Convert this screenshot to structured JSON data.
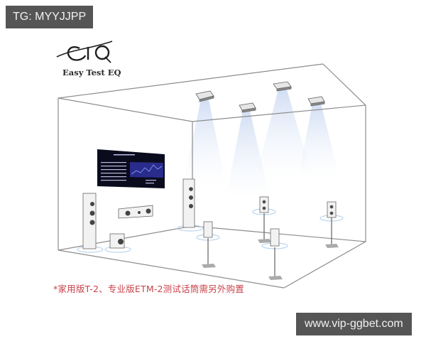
{
  "watermarks": {
    "top_left": "TG: MYYJJPP",
    "bottom_right": "www.vip-ggbet.com"
  },
  "brand": {
    "logo_glyph": "EQ",
    "name": "Easy Test EQ"
  },
  "footnote": "*家用版T-2、专业版ETM-2测试话筒需另外购置",
  "colors": {
    "watermark_bg": "#555555",
    "watermark_text": "#f2f2f2",
    "footnote": "#c8424a",
    "room_lines": "#8c8c8c",
    "light_beam": "#dfe8f7",
    "screen_bg": "#0b0b1e",
    "screen_graph": "#2a2c8c"
  },
  "illustration": {
    "ceiling_speakers": 4,
    "floor_speakers": [
      "front-left tower",
      "center",
      "subwoofer",
      "front-right tower",
      "stand speaker",
      "stand speaker",
      "stand speaker",
      "stand speaker"
    ],
    "display": "measurement-screen"
  }
}
